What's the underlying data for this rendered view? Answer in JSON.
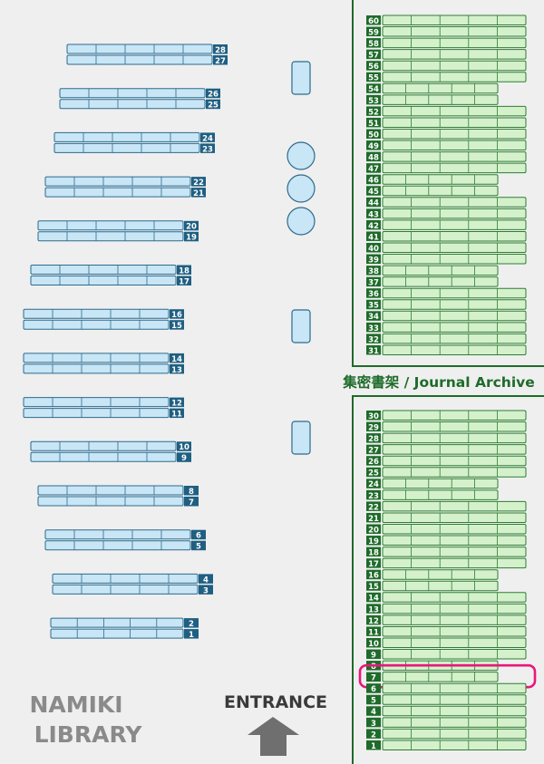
{
  "library": {
    "name_line1": "NAMIKI",
    "name_line2": "LIBRARY",
    "entrance_label": "ENTRANCE",
    "archive_label": "集密書架 / Journal Archive",
    "highlighted_shelf": "7"
  },
  "colors": {
    "background": "#efefef",
    "blue_shelf_fill": "#c8e6f6",
    "blue_shelf_stroke": "#2d6a8c",
    "blue_label": "#1f5f82",
    "green_shelf_fill": "#d4f1cc",
    "green_shelf_stroke": "#2e7d32",
    "green_label": "#1e6b2a",
    "highlight": "#e8177a",
    "title_gray": "#8a8a8a",
    "entrance_gray": "#6f6f6f"
  },
  "left_shelves": [
    {
      "top": "28",
      "bottom": "27"
    },
    {
      "top": "26",
      "bottom": "25"
    },
    {
      "top": "24",
      "bottom": "23"
    },
    {
      "top": "22",
      "bottom": "21"
    },
    {
      "top": "20",
      "bottom": "19"
    },
    {
      "top": "18",
      "bottom": "17"
    },
    {
      "top": "16",
      "bottom": "15"
    },
    {
      "top": "14",
      "bottom": "13"
    },
    {
      "top": "12",
      "bottom": "11"
    },
    {
      "top": "10",
      "bottom": "9"
    },
    {
      "top": "8",
      "bottom": "7"
    },
    {
      "top": "6",
      "bottom": "5"
    },
    {
      "top": "4",
      "bottom": "3"
    },
    {
      "top": "2",
      "bottom": "1"
    }
  ],
  "archive_upper": [
    "60",
    "59",
    "58",
    "57",
    "56",
    "55",
    "54",
    "53",
    "52",
    "51",
    "50",
    "49",
    "48",
    "47",
    "46",
    "45",
    "44",
    "43",
    "42",
    "41",
    "40",
    "39",
    "38",
    "37",
    "36",
    "35",
    "34",
    "33",
    "32",
    "31"
  ],
  "archive_lower": [
    "30",
    "29",
    "28",
    "27",
    "26",
    "25",
    "24",
    "23",
    "22",
    "21",
    "20",
    "19",
    "18",
    "17",
    "16",
    "15",
    "14",
    "13",
    "12",
    "11",
    "10",
    "9",
    "8",
    "7",
    "6",
    "5",
    "4",
    "3",
    "2",
    "1"
  ]
}
